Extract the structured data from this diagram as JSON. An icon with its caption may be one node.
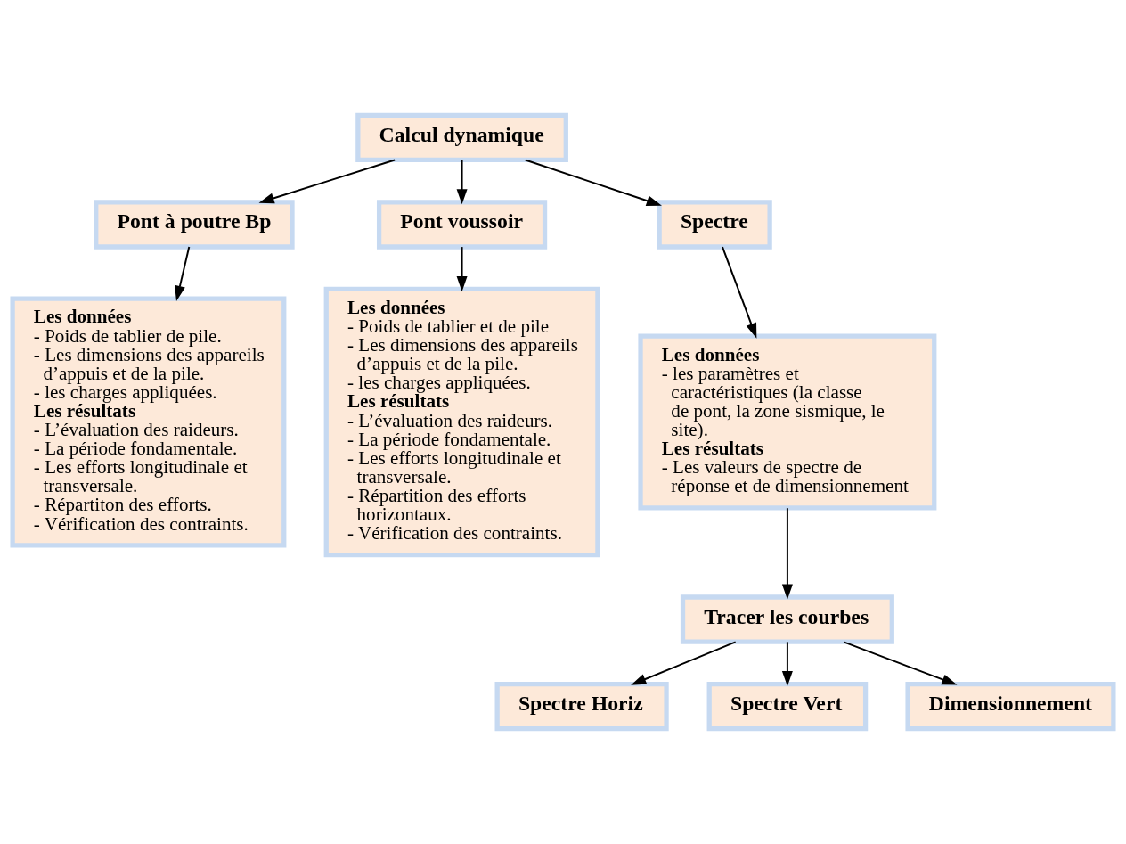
{
  "diagram": {
    "nodes": [
      {
        "text": [
          "Calcul dynamique"
        ]
      },
      {
        "text": [
          "Pont à poutre Bp"
        ]
      },
      {
        "text": [
          "Pont voussoir"
        ]
      },
      {
        "text": [
          "Spectre"
        ]
      },
      {
        "text": [
          "Les données",
          "- Poids de tablier de pile.",
          "- Les dimensions des appareils d’appuis et de la pile.",
          "- les charges appliquées.",
          "Les résultats",
          "- L’évaluation des raideurs.",
          "- La période fondamentale.",
          "- Les efforts longitudinale et transversale.",
          "- Répartiton des efforts.",
          "- Vérification des contraints."
        ]
      },
      {
        "text": [
          "Les données",
          "- Poids de tablier et de pile",
          "- Les dimensions des appareils d’appuis et de la pile.",
          "- les charges appliquées.",
          "Les résultats",
          "- L’évaluation des raideurs.",
          "- La période fondamentale.",
          "- Les efforts longitudinale et transversale.",
          "- Répartition des efforts horizontaux.",
          "- Vérification des contraints."
        ]
      },
      {
        "text": [
          "Les données",
          "- les paramètres et caractéristiques (la classe de pont, la zone sismique, le site).",
          "Les résultats",
          "- Les valeurs de spectre de réponse et de dimensionnement"
        ]
      },
      {
        "text": [
          "Tracer les courbes"
        ]
      },
      {
        "text": [
          "Spectre Horiz"
        ]
      },
      {
        "text": [
          "Spectre Vert"
        ]
      },
      {
        "text": [
          "Dimensionnement"
        ]
      }
    ],
    "edges": [
      {
        "from": 0,
        "to": 1,
        "arrow": "to"
      },
      {
        "from": 0,
        "to": 2,
        "arrow": "to"
      },
      {
        "from": 0,
        "to": 3,
        "arrow": "to"
      },
      {
        "from": 1,
        "to": 4,
        "arrow": "to"
      },
      {
        "from": 2,
        "to": 5,
        "arrow": "to"
      },
      {
        "from": 3,
        "to": 6,
        "arrow": "to"
      },
      {
        "from": 6,
        "to": 7,
        "arrow": "to"
      },
      {
        "from": 7,
        "to": 8,
        "arrow": "to"
      },
      {
        "from": 7,
        "to": 9,
        "arrow": "to"
      },
      {
        "from": 7,
        "to": 10,
        "arrow": "to"
      }
    ]
  }
}
